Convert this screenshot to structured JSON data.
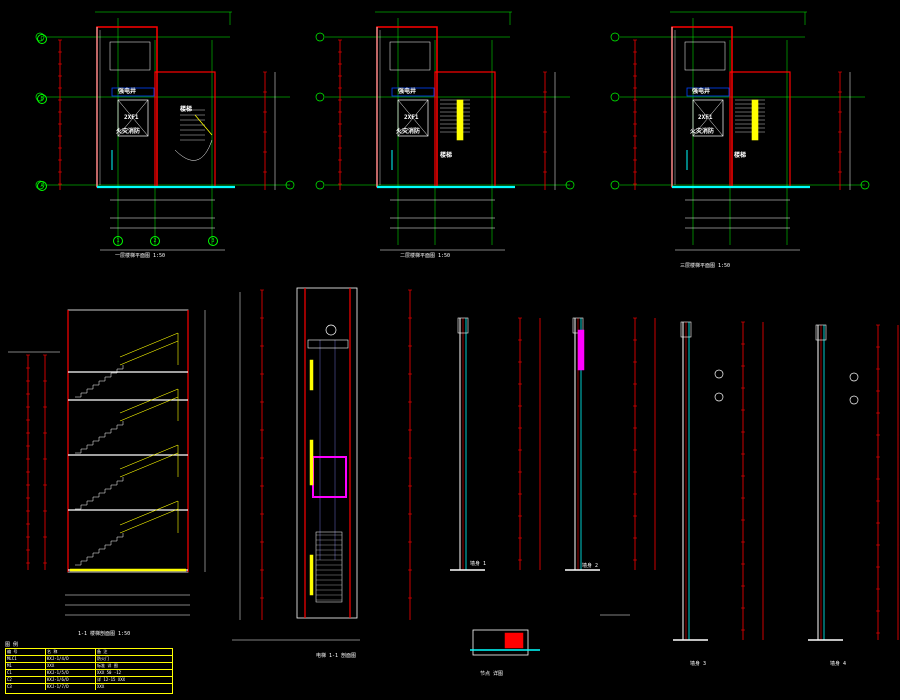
{
  "colors": {
    "background": "#000000",
    "wall_red": "#ff0000",
    "grid_green": "#00ff00",
    "dim_white": "#ffffff",
    "stair_yellow": "#ffff00",
    "floor_cyan": "#00ffff",
    "car_magenta": "#ff00ff"
  },
  "plans": [
    {
      "room_labels": [
        "强电井",
        "火灾消防",
        "2XF1",
        "楼梯"
      ],
      "caption": "一层楼梯平面图  1:50"
    },
    {
      "room_labels": [
        "强电井",
        "火灾消防",
        "2XF1",
        "楼梯"
      ],
      "caption": "二层楼梯平面图  1:50"
    },
    {
      "room_labels": [
        "强电井",
        "火灾消防",
        "2XF1",
        "楼梯"
      ],
      "caption": "三层楼梯平面图  1:50"
    }
  ],
  "grid_bubbles": [
    "A",
    "B",
    "C",
    "1",
    "2",
    "3"
  ],
  "section_captions": {
    "stair_section": "1-1 楼梯剖面图  1:50",
    "elevator_section": "电梯 1-1 剖面图",
    "wall_details": [
      "墙身 1",
      "墙身 2",
      "墙身 3",
      "墙身 4"
    ],
    "node_detail": "节点 详图"
  },
  "legend": {
    "title": "图 例",
    "rows": [
      [
        "编 号",
        "名 称",
        "备 注"
      ],
      [
        "MLC1",
        "KXJ-1/4/D",
        "防火门"
      ],
      [
        "M1",
        "XXX",
        "标准 详 图"
      ],
      [
        "C1",
        "KXJ-1/5/D",
        "XXX 50 -12"
      ],
      [
        "C2",
        "KXJ-1/6/D",
        "详 12-15 XXX"
      ],
      [
        "C3",
        "KXJ-1/7/D",
        "XXX"
      ]
    ]
  }
}
